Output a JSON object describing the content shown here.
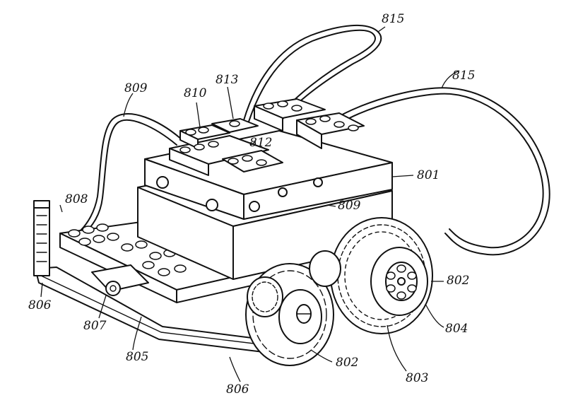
{
  "figure": {
    "labels": {
      "l801": "801",
      "l802a": "802",
      "l802b": "802",
      "l803": "803",
      "l804": "804",
      "l805": "805",
      "l806a": "806",
      "l806b": "806",
      "l807": "807",
      "l808": "808",
      "l809a": "809",
      "l809b": "809",
      "l810": "810",
      "l812": "812",
      "l813": "813",
      "l815a": "815",
      "l815b": "815"
    }
  }
}
